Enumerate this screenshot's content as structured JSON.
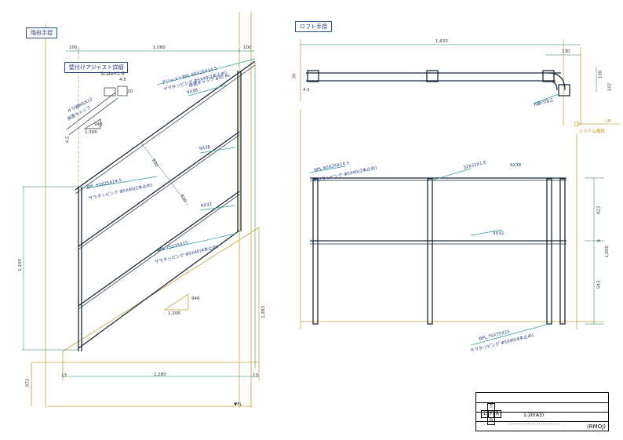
{
  "sheet": {
    "left_title": "階段手摺",
    "right_title": "ロフト手摺",
    "detail_title": "壁付けアジャスト詳細",
    "detail_scale": "Scale=1:5"
  },
  "left_elevation": {
    "dims_top": [
      "100",
      "1,080",
      "100"
    ],
    "dim_height_left": "1,100",
    "dim_height_right": "1,283",
    "dim_bottom": "1,280",
    "dim_bottom_left": "972",
    "slope_ratio_top": "946",
    "slope_ratio_bottom": "1,306",
    "fl_label": "▼FL",
    "dim_end_left": "13",
    "dim_end_right": "13",
    "dim_diag_1": "830",
    "dim_diag_2": "830",
    "dim_45": "4.5",
    "notes": {
      "top_rail_1": "アジャストBPL 60X25X14.5",
      "top_rail_2": "サラタッピング Φ5X40(2本止め)",
      "top_rail_3": "座面キャップ φ30 AL",
      "flat_bar_1": "9X38",
      "flat_bar_2": "9X38",
      "flat_bar_3": "9X32",
      "bpl_mid_1": "BPL 60X25X14.5",
      "bpl_mid_2": "サラタッピング Φ5X40(2本止め)",
      "bpl_bot_1": "BPL 75X75X15",
      "bpl_bot_2": "サラタッピング Φ5X40(4本止め)",
      "detail_note_1": "サラ頭M5X12",
      "detail_note_2": "座面キャップ",
      "detail_ratio_top": "946",
      "detail_ratio_bottom": "1,306",
      "detail_dim": "20",
      "detail_dim2": "4.5"
    }
  },
  "right_plan": {
    "dim_top": "1,633",
    "dim_side": "130",
    "dim_right_1": "100",
    "dim_right_2": "107",
    "dim_left": "30",
    "dim_left2": "4.5",
    "note_corner": "R曲げ加工",
    "note_system": "システム階段",
    "note_up": "UP"
  },
  "right_elevation": {
    "notes": {
      "bpl_top_1": "BPL 60X25X14.5",
      "bpl_top_2": "サラタッピング Φ5X40(2本止め)",
      "flat_top": "32X32X1.6",
      "flat_right": "9X38",
      "flat_mid": "9X32",
      "bpl_bot_1": "BPL 75X75X15",
      "bpl_bot_2": "サラタッピング Φ5X40(4本止め)"
    },
    "dims": [
      "423",
      "9",
      "1,000",
      "543"
    ]
  },
  "title_block": {
    "scale": "1:20(A3)",
    "brand": "(RMOJ)",
    "view_labels": [
      "T",
      "L",
      "F",
      "R",
      "B"
    ],
    "dashes": "------------------------"
  }
}
